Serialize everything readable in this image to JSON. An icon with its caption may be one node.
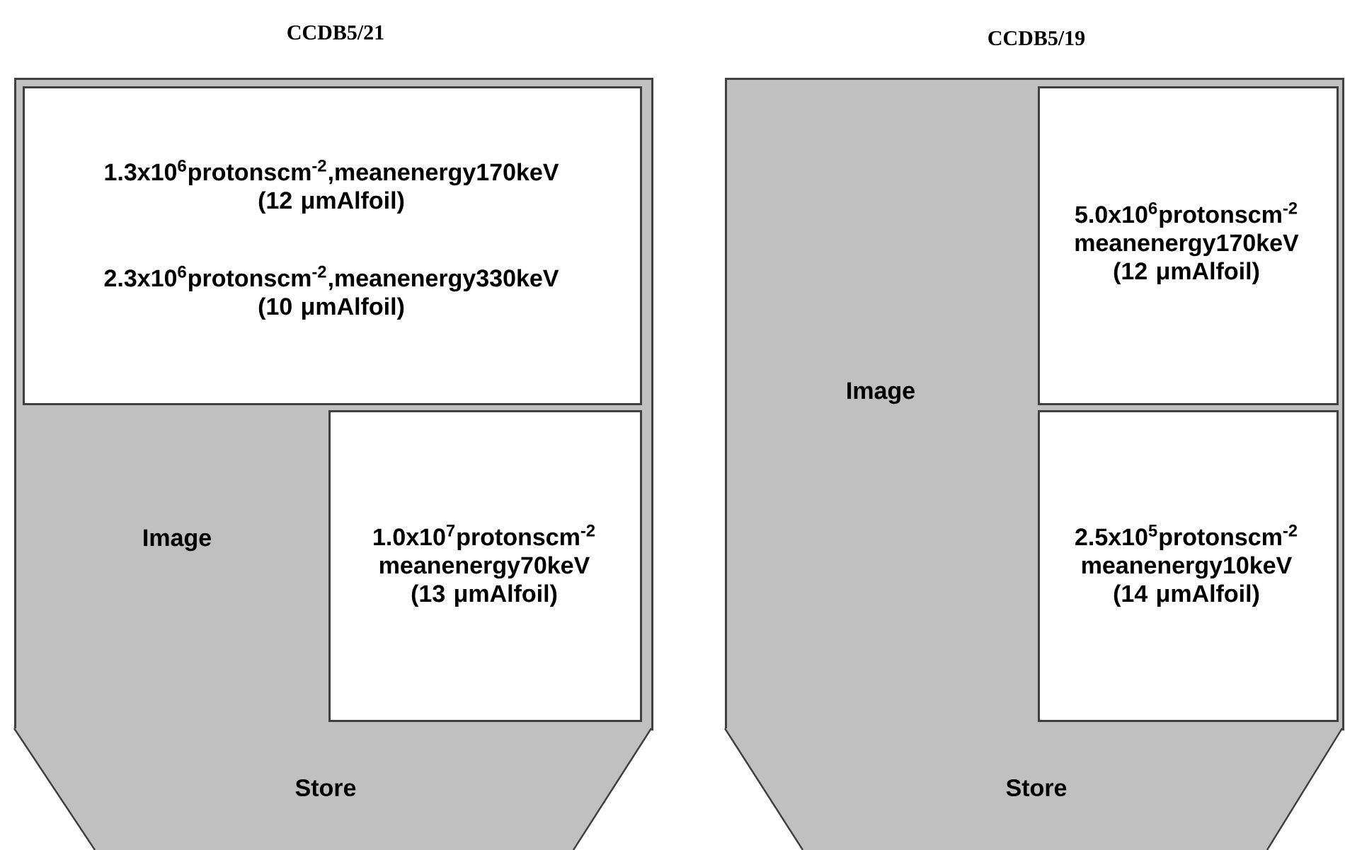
{
  "diagram": {
    "nodes": [
      {
        "text": [
          "Image"
        ]
      },
      {
        "text": [
          "1.3x10$^{6}$protonscm$^{-2}$,meanenergy170keV (12 μmAlfoil)",
          "2.3x10$^{6}$protonscm$^{-2}$,meanenergy330keV (10 μmAlfoil)"
        ],
        "in": 0
      },
      {
        "text": [
          "1.0x10$^{7}$protonscm$^{-2}$ meanenergy70keV (13 μmAlfoil)"
        ],
        "in": 0
      },
      {
        "text": [
          "Store"
        ]
      },
      {
        "text": [
          "Image"
        ]
      },
      {
        "text": [
          "5.0x10$^{6}$protonscm$^{-2}$ meanenergy170keV (12 μmAlfoil)"
        ],
        "in": 4
      },
      {
        "text": [
          "2.5x10$^{5}$protonscm$^{-2}$ meanenergy10keV (14 μmAlfoil)"
        ],
        "in": 4
      },
      {
        "text": [
          "Store"
        ]
      }
    ],
    "labels": [
      "CCDB5/21",
      "CCDB5/19"
    ]
  }
}
